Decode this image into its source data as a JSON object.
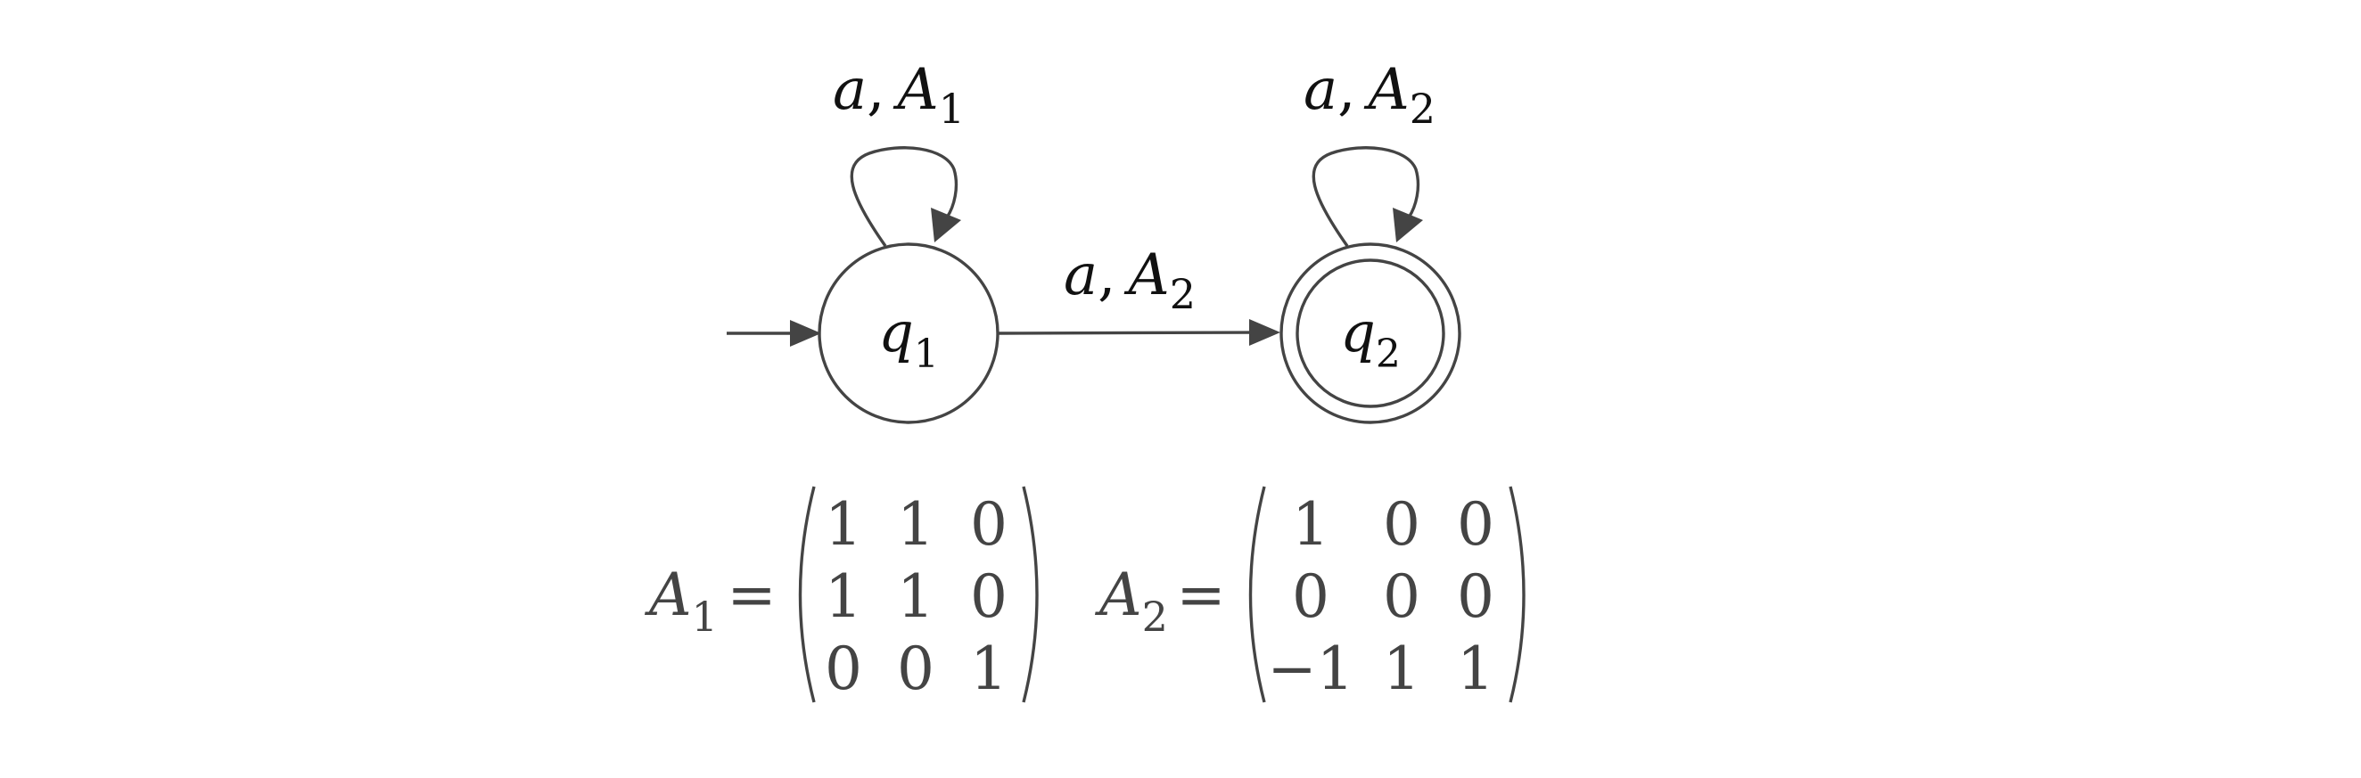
{
  "automaton": {
    "states": [
      {
        "id": "q1",
        "symbol": "q",
        "subscript": "1",
        "initial": true,
        "accepting": false
      },
      {
        "id": "q2",
        "symbol": "q",
        "subscript": "2",
        "initial": false,
        "accepting": true
      }
    ],
    "transitions": [
      {
        "from": "q1",
        "to": "q1",
        "letter": "a",
        "matrix": "A",
        "matrix_sub": "1"
      },
      {
        "from": "q1",
        "to": "q2",
        "letter": "a",
        "matrix": "A",
        "matrix_sub": "2"
      },
      {
        "from": "q2",
        "to": "q2",
        "letter": "a",
        "matrix": "A",
        "matrix_sub": "2"
      }
    ],
    "comma": ","
  },
  "matrices": [
    {
      "symbol": "A",
      "subscript": "1",
      "equals": "=",
      "rows": [
        [
          "1",
          "1",
          "0"
        ],
        [
          "1",
          "1",
          "0"
        ],
        [
          "0",
          "0",
          "1"
        ]
      ]
    },
    {
      "symbol": "A",
      "subscript": "2",
      "equals": "=",
      "rows": [
        [
          "1",
          "0",
          "0"
        ],
        [
          "0",
          "0",
          "0"
        ],
        [
          "−1",
          "1",
          "1"
        ]
      ]
    }
  ],
  "colors": {
    "stroke": "#444444",
    "label_text": "#111111",
    "matrix_text": "#444444"
  }
}
